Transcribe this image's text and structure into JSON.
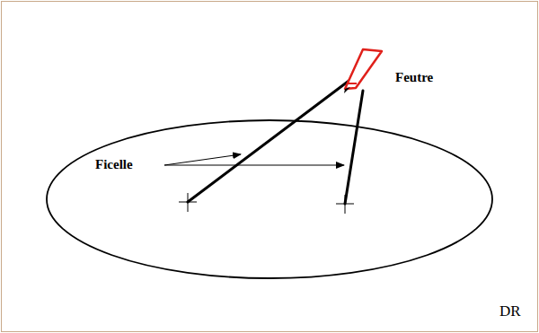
{
  "diagram": {
    "labels": [
      "Ficelle",
      "Feutre",
      "DR"
    ]
  }
}
